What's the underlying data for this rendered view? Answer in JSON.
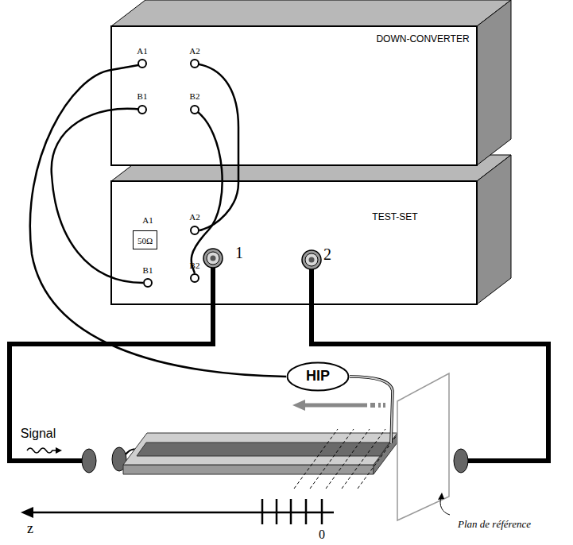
{
  "diagram": {
    "nodes": [
      {
        "text": [
          "DOWN-CONVERTER",
          "A1",
          "A2",
          "B1",
          "B2"
        ]
      },
      {
        "text": [
          "TEST-SET",
          "A1",
          "A2",
          "B1",
          "B2",
          "1",
          "2"
        ]
      },
      {
        "text": [
          "50Ω"
        ],
        "in": 1
      },
      {
        "text": [
          "HIP"
        ]
      }
    ],
    "edges": [
      {
        "from": 3,
        "to": 0,
        "arrow": "none"
      }
    ],
    "labels": [
      "Signal",
      "z",
      "0",
      "Plan de référence"
    ]
  }
}
